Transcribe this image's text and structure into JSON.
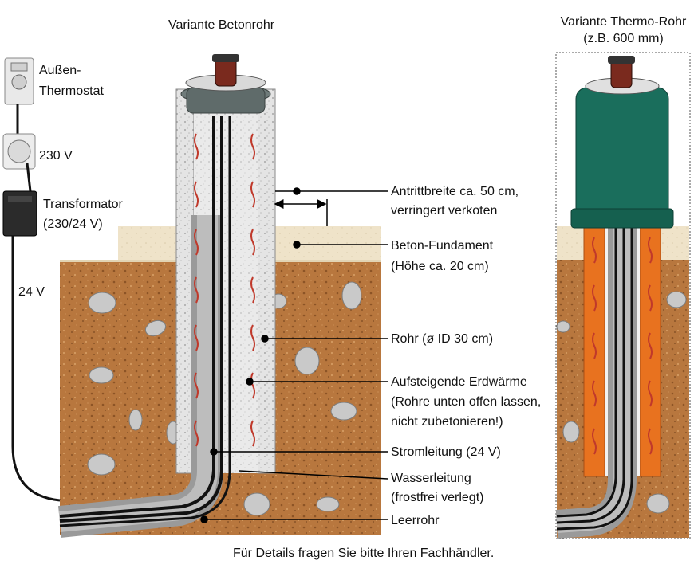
{
  "titles": {
    "left": "Variante Betonrohr",
    "right_line1": "Variante Thermo-Rohr",
    "right_line2": "(z.B. 600 mm)"
  },
  "equipment": {
    "thermostat_line1": "Außen-",
    "thermostat_line2": "Thermostat",
    "socket": "230 V",
    "transformer_line1": "Transformator",
    "transformer_line2": "(230/24 V)",
    "low_voltage": "24 V"
  },
  "callouts": {
    "step_width_line1": "Antrittbreite ca. 50 cm,",
    "step_width_line2": "verringert verkoten",
    "foundation_line1": "Beton-Fundament",
    "foundation_line2": "(Höhe ca. 20 cm)",
    "pipe": "Rohr (ø ID 30 cm)",
    "heat_line1": "Aufsteigende Erdwärme",
    "heat_line2": "(Rohre unten offen lassen,",
    "heat_line3": "nicht zubetonieren!)",
    "power_line": "Stromleitung (24 V)",
    "water_line1": "Wasserleitung",
    "water_line2": "(frostfrei verlegt)",
    "empty_pipe": "Leerrohr"
  },
  "footer": "Für Details fragen Sie bitte Ihren Fachhändler.",
  "colors": {
    "soil": "#b8773e",
    "foundation": "#efe3c9",
    "concrete": "#dcdcdc",
    "thermo_body": "#1a6e5c",
    "thermo_pipe": "#e8721f",
    "heat_arrow": "#c0392b",
    "conduit": "#9a9a9a",
    "cable": "#111111"
  }
}
